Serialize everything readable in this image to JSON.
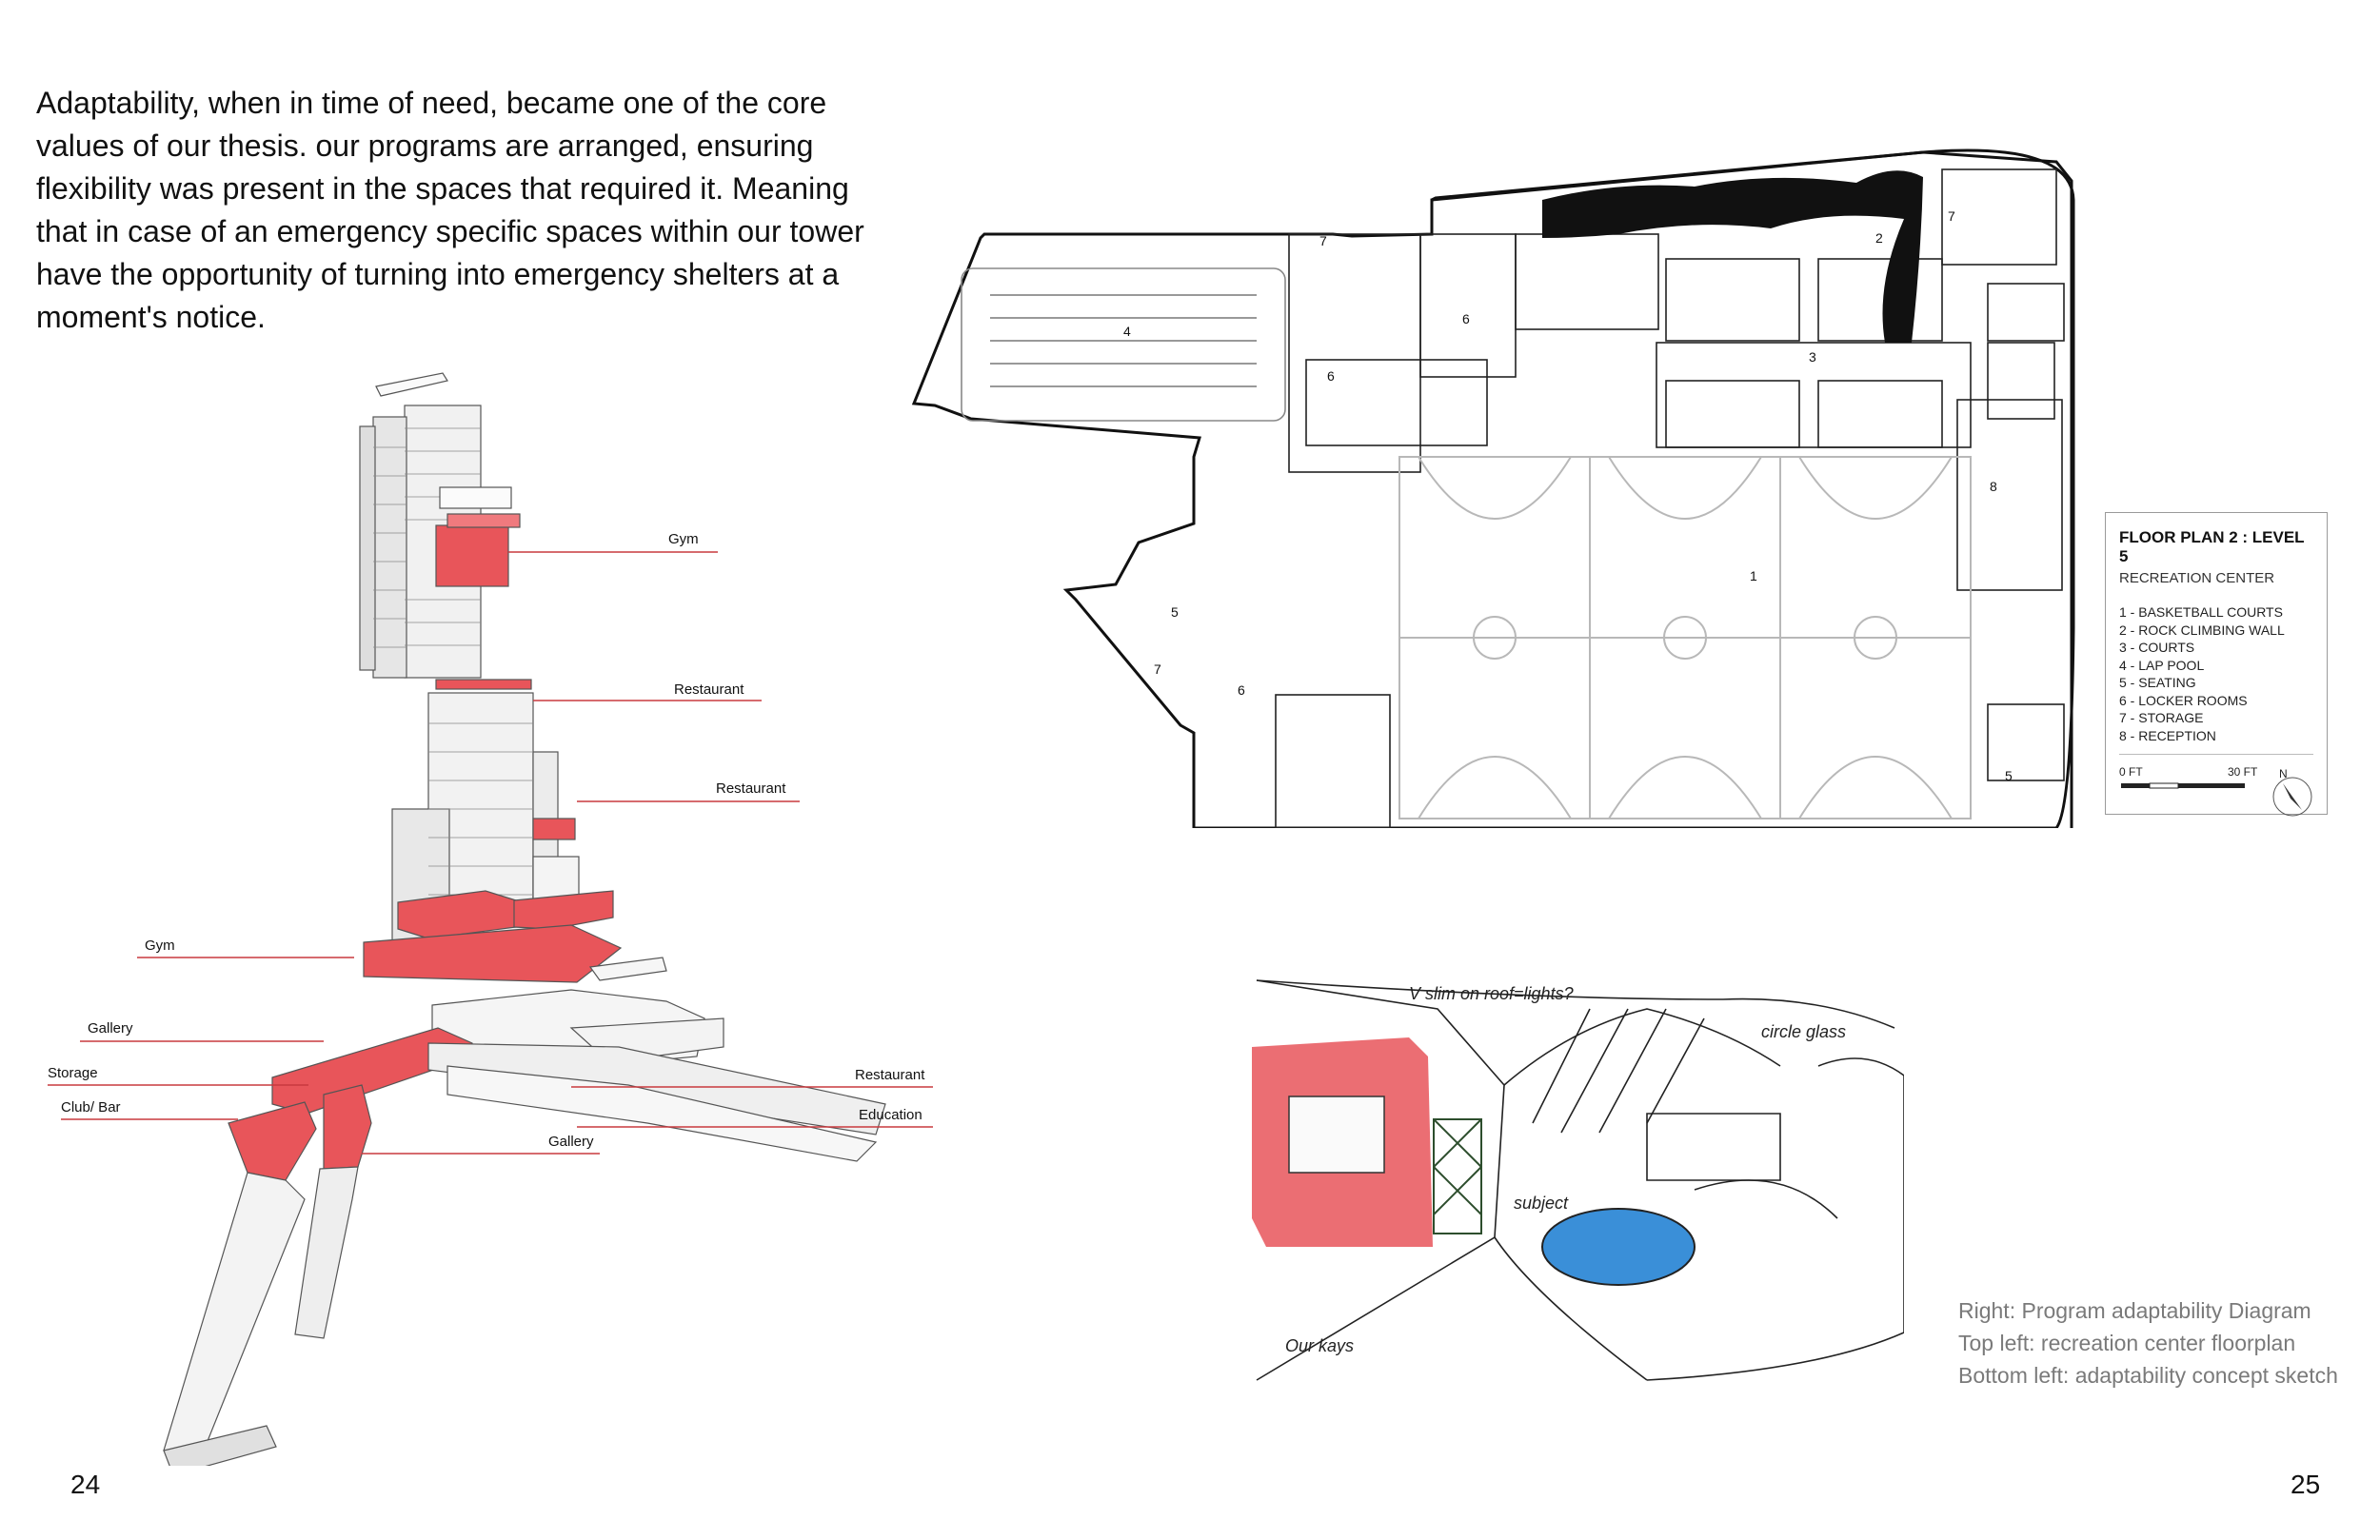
{
  "intro_text": "Adaptability, when in time of need, became one of the core values of our thesis. our programs are arranged, ensuring flexibility was present in the spaces that required it. Meaning that in case of an emergency specific spaces within our tower have the opportunity of turning into emergency shelters at a moment's notice.",
  "diagram_labels": {
    "gym_top": "Gym",
    "restaurant_1": "Restaurant",
    "restaurant_2": "Restaurant",
    "gym_mid": "Gym",
    "gallery_left": "Gallery",
    "storage": "Storage",
    "club_bar": "Club/ Bar",
    "restaurant_3": "Restaurant",
    "education": "Education",
    "gallery_bottom": "Gallery"
  },
  "floorplan": {
    "title": "FLOOR PLAN 2 : LEVEL 5",
    "subtitle": "RECREATION CENTER",
    "legend": [
      "1 - BASKETBALL COURTS",
      "2 - ROCK CLIMBING WALL",
      "3 - COURTS",
      "4 - LAP POOL",
      "5 - SEATING",
      "6 - LOCKER ROOMS",
      "7 - STORAGE",
      "8 - RECEPTION"
    ],
    "scale_start": "0 FT",
    "scale_end": "30 FT",
    "north": "N",
    "room_numbers": {
      "pool": "4",
      "courts": "3",
      "climb": "2",
      "basket": "1",
      "seating_a": "5",
      "seating_b": "5",
      "lockers_a": "6",
      "lockers_b": "6",
      "lockers_c": "6",
      "storage_a": "7",
      "storage_b": "7",
      "storage_c": "7",
      "reception": "8"
    }
  },
  "sketch": {
    "note_top": "V slim on roof=lights?",
    "note_right": "circle glass",
    "note_subject": "subject",
    "note_bottom": "Our kays"
  },
  "captions": [
    "Right: Program adaptability Diagram",
    "Top left: recreation center floorplan",
    "Bottom left: adaptability concept sketch"
  ],
  "page_left": "24",
  "page_right": "25",
  "colors": {
    "program_red": "#e8555a",
    "pool_blue": "#3a8fd8"
  }
}
